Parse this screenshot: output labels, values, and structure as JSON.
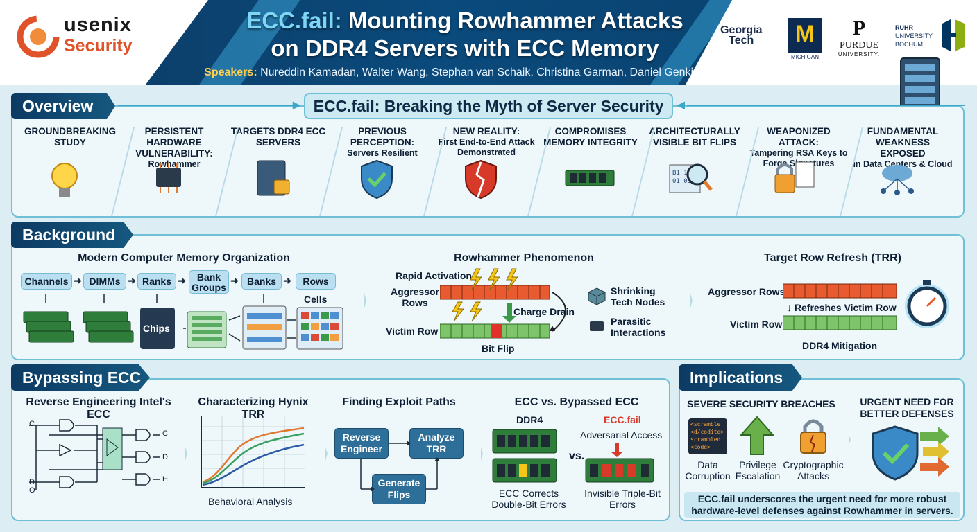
{
  "header": {
    "logo_line1": "usenix",
    "logo_line2": "Security",
    "title_accent": "ECC.fail:",
    "title_line1_rest": " Mounting Rowhammer Attacks",
    "title_line2": "on DDR4 Servers with ECC Memory",
    "speakers_label": "Speakers:",
    "speakers": " Nureddin Kamadan, Walter Wang, Stephan van Schaik, Christina Garman, Daniel Genkin, Yuval Yarom",
    "affil_gt_1": "Georgia",
    "affil_gt_2": "Tech",
    "affil_um": "MICHIGAN",
    "affil_purdue_1": "PURDUE",
    "affil_purdue_2": "UNIVERSITY.",
    "affil_rub_1": "RUHR",
    "affil_rub_2": "UNIVERSITY",
    "affil_rub_3": "BOCHUM"
  },
  "overview": {
    "tab": "Overview",
    "callout": "ECC.fail: Breaking the Myth of Server Security",
    "items": [
      {
        "title": "GROUNDBREAKING STUDY",
        "sub": "",
        "icon": "lightbulb-icon"
      },
      {
        "title": "PERSISTENT HARDWARE VULNERABILITY:",
        "sub": "Rowhammer",
        "icon": "chip-icon"
      },
      {
        "title": "TARGETS DDR4 ECC SERVERS",
        "sub": "",
        "icon": "server-lock-icon"
      },
      {
        "title": "PREVIOUS PERCEPTION:",
        "sub": "Servers Resilient",
        "icon": "shield-check-icon"
      },
      {
        "title": "NEW REALITY:",
        "sub": "First End-to-End Attack Demonstrated",
        "icon": "broken-shield-icon"
      },
      {
        "title": "COMPROMISES MEMORY INTEGRITY",
        "sub": "",
        "icon": "memory-module-icon"
      },
      {
        "title": "ARCHITECTURALLY VISIBLE BIT FLIPS",
        "sub": "",
        "icon": "magnifier-bits-icon"
      },
      {
        "title": "WEAPONIZED ATTACK:",
        "sub": "Tampering RSA Keys to Forge Signatures",
        "icon": "broken-lock-document-icon"
      },
      {
        "title": "FUNDAMENTAL WEAKNESS EXPOSED",
        "sub": "in Data Centers & Cloud",
        "icon": "cloud-network-icon"
      }
    ]
  },
  "background": {
    "tab": "Background",
    "org_title": "Modern Computer Memory Organization",
    "org_boxes": [
      "Channels",
      "DIMMs",
      "Ranks",
      "Bank Groups",
      "Banks",
      "Rows"
    ],
    "chips_label": "Chips",
    "cells_label": "Cells",
    "rh_title": "Rowhammer Phenomenon",
    "rapid": "Rapid Activations",
    "aggressor_rows": "Aggressor Rows",
    "charge_drain": "Charge Drain",
    "victim_row": "Victim Row",
    "bit_flip": "Bit Flip",
    "shrinking": "Shrinking Tech Nodes",
    "parasitic": "Parasitic Interactions",
    "trr_title": "Target Row Refresh (TRR)",
    "trr_aggressor": "Aggressor Rows",
    "trr_refresh": "Refreshes Victim Row",
    "trr_victim": "Victim Row",
    "trr_mitigation": "DDR4 Mitigation"
  },
  "bypassing": {
    "tab": "Bypassing ECC",
    "re_title": "Reverse Engineering Intel's ECC",
    "re_labels_left": [
      "C",
      "D",
      "O"
    ],
    "re_labels_right": [
      "C",
      "D",
      "H"
    ],
    "hynix_title": "Characterizing Hynix TRR",
    "hynix_caption": "Behavioral Analysis",
    "exploit_title": "Finding Exploit Paths",
    "exploit_re": "Reverse Engineer",
    "exploit_analyze": "Analyze TRR",
    "exploit_generate": "Generate Flips",
    "ecc_title": "ECC vs. Bypassed ECC",
    "ddr4": "DDR4",
    "eccfail": "ECC.fail",
    "adversarial": "Adversarial Access",
    "vs": "vs.",
    "ecc_corrects": "ECC Corrects Double-Bit Errors",
    "invisible": "Invisible Triple-Bit Errors"
  },
  "implications": {
    "tab": "Implications",
    "severe": "SEVERE SECURITY BREACHES",
    "code_lines": [
      "<scramble",
      "<d/codite>",
      "scrambled",
      "<code>"
    ],
    "data_corruption": "Data Corruption",
    "privilege": "Privilege Escalation",
    "crypto": "Cryptographic Attacks",
    "urgent": "URGENT NEED FOR BETTER DEFENSES",
    "summary": "ECC.fail underscores the urgent need for more robust hardware-level defenses against Rowhammer in servers."
  },
  "colors": {
    "navy": "#0c3a63",
    "accent": "#7dd6f5",
    "gold": "#ffd050",
    "red": "#e04a2a",
    "green": "#3d8a3a"
  }
}
